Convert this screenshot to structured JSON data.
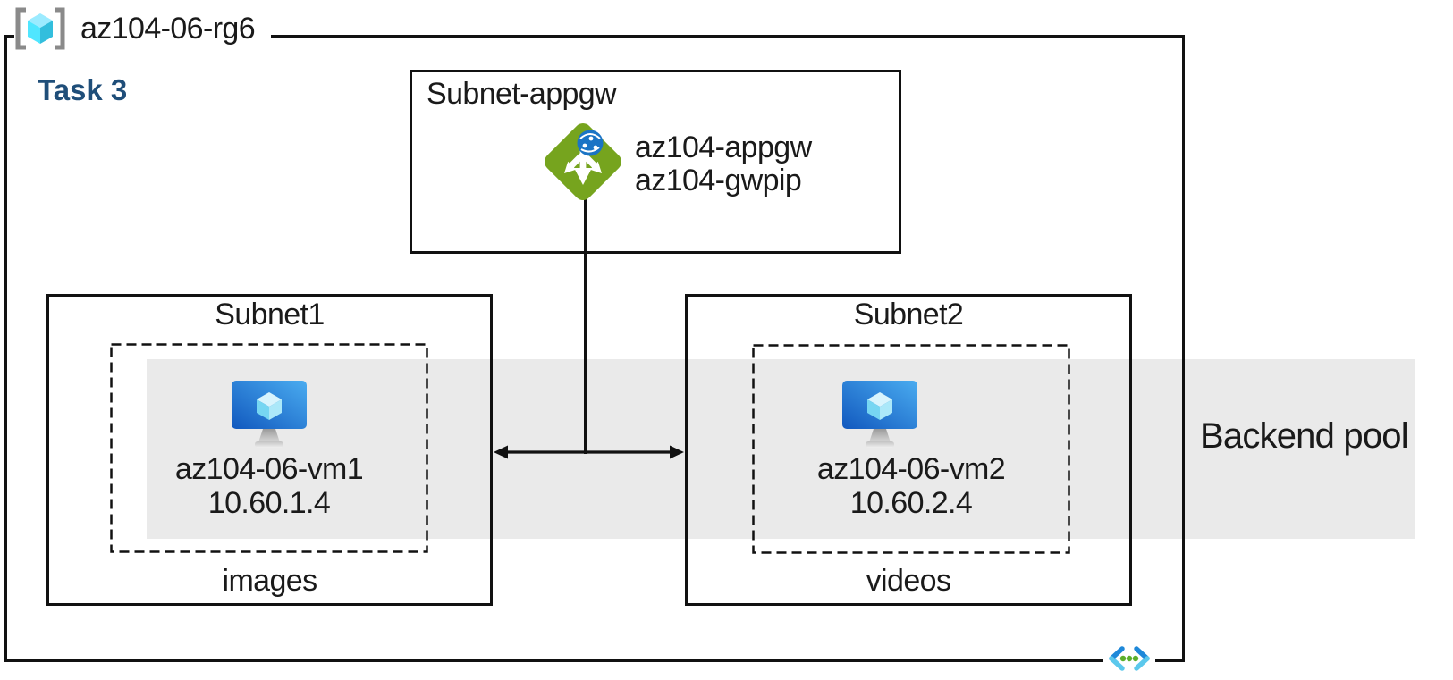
{
  "resource_group": {
    "name": "az104-06-rg6"
  },
  "task": {
    "label": "Task 3"
  },
  "gateway_subnet": {
    "title": "Subnet-appgw",
    "gateway_name": "az104-appgw",
    "public_ip_name": "az104-gwpip"
  },
  "subnets": [
    {
      "title": "Subnet1",
      "vm_name": "az104-06-vm1",
      "vm_ip": "10.60.1.4",
      "caption": "images"
    },
    {
      "title": "Subnet2",
      "vm_name": "az104-06-vm2",
      "vm_ip": "10.60.2.4",
      "caption": "videos"
    }
  ],
  "backend_pool": {
    "label": "Backend pool"
  },
  "icons": {
    "resource_group": "resource-group-icon",
    "application_gateway": "application-gateway-icon",
    "virtual_machine": "virtual-machine-icon",
    "virtual_network": "virtual-network-icon"
  },
  "colors": {
    "task_label": "#1F4E79",
    "backend_band": "#EAEAEA",
    "line": "#111111",
    "appgw_green": "#76A41E",
    "globe_blue": "#1B74C5",
    "vm_screen_light": "#4AACF0",
    "vm_screen_dark": "#1158BE",
    "cube_cyan": "#50E6FF",
    "bracket_gray": "#8A8A8A",
    "vnet_chevron_dark": "#1E88D9",
    "vnet_chevron_light": "#5BC8EC",
    "vnet_dot_green": "#5CAF2B"
  }
}
